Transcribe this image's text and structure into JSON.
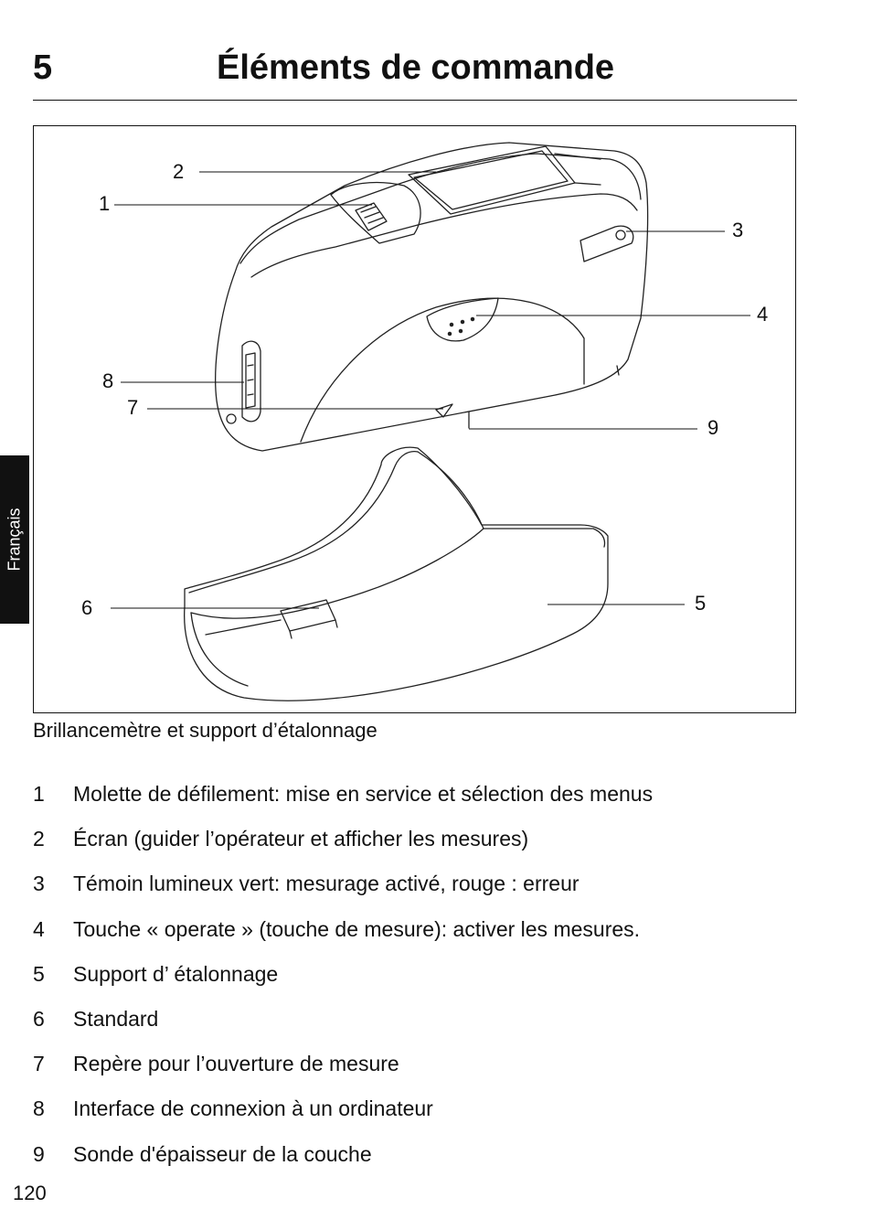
{
  "header": {
    "chapter_number": "5",
    "title": "Éléments de commande"
  },
  "side_tab": {
    "label": "Français"
  },
  "figure": {
    "callouts": [
      "1",
      "2",
      "3",
      "4",
      "5",
      "6",
      "7",
      "8",
      "9"
    ],
    "caption": "Brillancemètre et support d’étalonnage"
  },
  "legend": [
    {
      "num": "1",
      "text": "Molette de défilement: mise en service et sélection des menus"
    },
    {
      "num": "2",
      "text": "Écran (guider l’opérateur et afficher les mesures)"
    },
    {
      "num": "3",
      "text": "Témoin lumineux vert: mesurage activé, rouge : erreur"
    },
    {
      "num": "4",
      "text": "Touche « operate » (touche de mesure): activer les mesures."
    },
    {
      "num": "5",
      "text": "Support d’ étalonnage"
    },
    {
      "num": "6",
      "text": "Standard"
    },
    {
      "num": "7",
      "text": "Repère pour l’ouverture de mesure"
    },
    {
      "num": "8",
      "text": "Interface de connexion à un ordinateur"
    },
    {
      "num": "9",
      "text": "Sonde d'épaisseur de la couche"
    }
  ],
  "footer": {
    "page_number": "120"
  }
}
